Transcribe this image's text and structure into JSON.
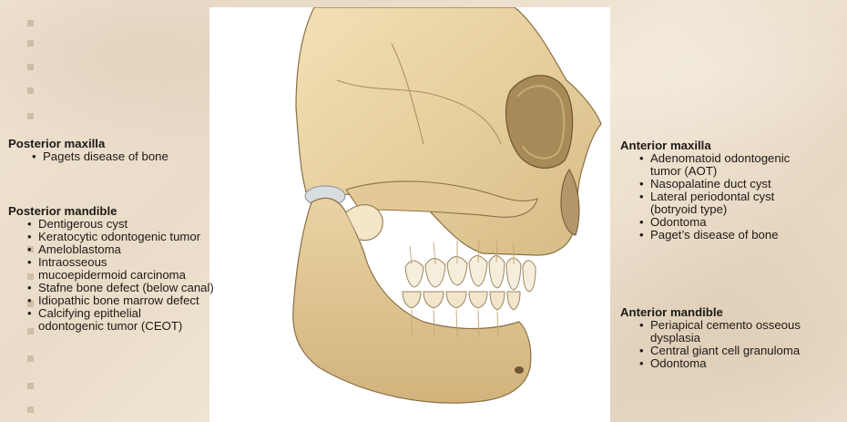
{
  "regions": {
    "posterior_maxilla": {
      "title": "Posterior maxilla",
      "items": [
        "Pagets disease of bone"
      ]
    },
    "posterior_mandible": {
      "title": "Posterior mandible",
      "items": [
        [
          "Dentigerous cyst"
        ],
        [
          "Keratocytic odontogenic tumor"
        ],
        [
          "Ameloblastoma"
        ],
        [
          "Intraosseous",
          "mucoepidermoid carcinoma"
        ],
        [
          "Stafne bone defect (below canal)"
        ],
        [
          "Idiopathic bone marrow defect"
        ],
        [
          "Calcifying epithelial",
          "odontogenic tumor (CEOT)"
        ]
      ]
    },
    "anterior_maxilla": {
      "title": "Anterior maxilla",
      "items": [
        [
          "Adenomatoid odontogenic",
          "tumor (AOT)"
        ],
        [
          "Nasopalatine duct cyst"
        ],
        [
          "Lateral periodontal cyst",
          "(botryoid type)"
        ],
        [
          "Odontoma"
        ],
        [
          "Paget’s disease of bone"
        ]
      ]
    },
    "anterior_mandible": {
      "title": "Anterior mandible",
      "items": [
        [
          "Periapical cemento osseous",
          "dysplasia"
        ],
        [
          "Central giant cell granuloma"
        ],
        [
          "Odontoma"
        ]
      ]
    }
  },
  "illustration": {
    "icon": "skull-lateral-illustration",
    "bone_color": "#e9d3a3",
    "shadow_color": "#c9ab74",
    "line_color": "#8a7048",
    "background": "#ffffff"
  }
}
